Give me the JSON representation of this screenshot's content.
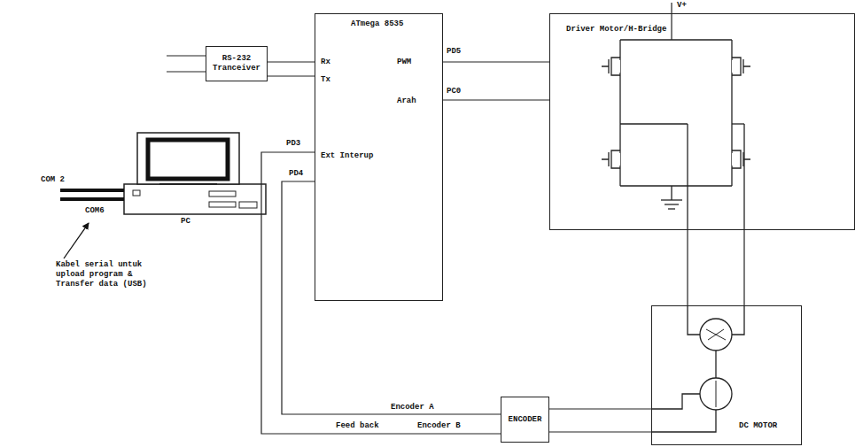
{
  "diagram": {
    "nodes": [
      {
        "text": [
          "RS-232 Tranceiver"
        ]
      },
      {
        "text": [
          "ATmega 8535",
          "Rx",
          "Tx",
          "PWM",
          "Arah",
          "Ext Interup"
        ]
      },
      {
        "text": [
          "PC"
        ]
      },
      {
        "text": [
          "Driver Motor/H-Bridge"
        ]
      },
      {
        "text": [
          "DC MOTOR"
        ]
      },
      {
        "text": [
          "ENCODER"
        ]
      }
    ],
    "edges": [
      {
        "from": 0,
        "to": 1,
        "arrow": "none"
      },
      {
        "from": 0,
        "to": 1,
        "arrow": "none"
      },
      {
        "from": 1,
        "to": 3,
        "arrow": "none"
      },
      {
        "from": 1,
        "to": 3,
        "arrow": "none"
      },
      {
        "from": 5,
        "to": 1,
        "label": "Encoder A",
        "arrow": "none"
      },
      {
        "from": 5,
        "to": 1,
        "label": "Encoder B",
        "arrow": "none"
      },
      {
        "from": 3,
        "to": 4,
        "arrow": "none"
      },
      {
        "from": 3,
        "to": 4,
        "arrow": "none"
      },
      {
        "from": 5,
        "to": 4,
        "arrow": "none"
      },
      {
        "from": 5,
        "to": 4,
        "arrow": "none"
      }
    ],
    "labels": [
      "PD5",
      "PC0",
      "PD3",
      "PD4",
      "V+",
      "COM 2",
      "COM6",
      "Kabel serial untuk upload program & Transfer data (USB)",
      "Feed back"
    ]
  }
}
